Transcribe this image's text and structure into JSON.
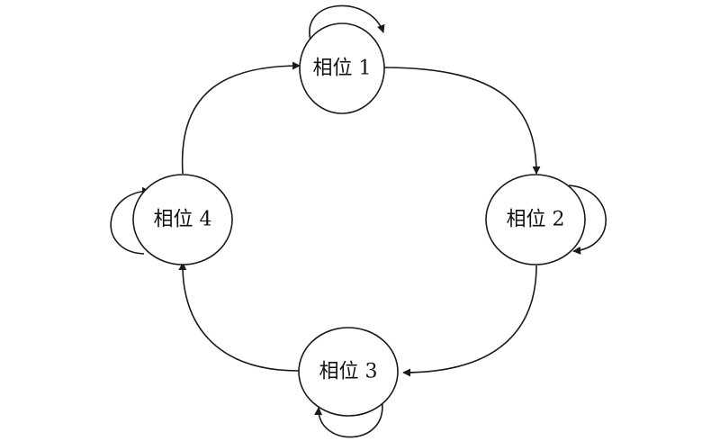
{
  "diagram": {
    "nodes": [
      {
        "id": "n1",
        "label": "相位 1"
      },
      {
        "id": "n2",
        "label": "相位 2"
      },
      {
        "id": "n3",
        "label": "相位 3"
      },
      {
        "id": "n4",
        "label": "相位 4"
      }
    ],
    "edges": [
      {
        "from": "n1",
        "to": "n2"
      },
      {
        "from": "n2",
        "to": "n3"
      },
      {
        "from": "n3",
        "to": "n4"
      },
      {
        "from": "n4",
        "to": "n1"
      },
      {
        "from": "n1",
        "to": "n1"
      },
      {
        "from": "n2",
        "to": "n2"
      },
      {
        "from": "n3",
        "to": "n3"
      },
      {
        "from": "n4",
        "to": "n4"
      }
    ],
    "colors": {
      "stroke": "#1a1a1a",
      "fill": "#ffffff",
      "text": "#111111"
    }
  }
}
